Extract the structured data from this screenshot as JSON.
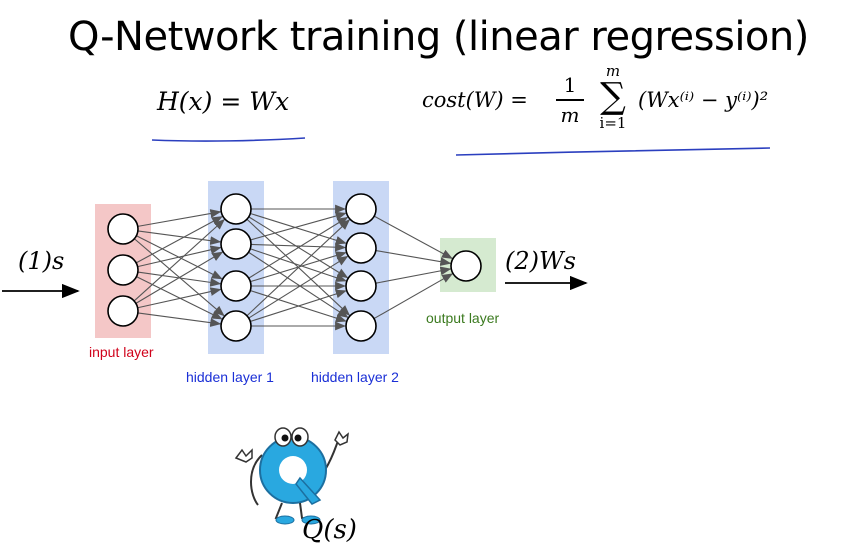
{
  "slide": {
    "title": "Q-Network training (linear regression)",
    "hypothesis": "H(x) = Wx",
    "cost": {
      "lhs": "cost(W) =",
      "fraction_numerator": "1",
      "fraction_denominator": "m",
      "sum_upper": "m",
      "sum_lower": "i=1",
      "rhs": "(Wx⁽ⁱ⁾ − y⁽ⁱ⁾)²"
    }
  },
  "network": {
    "input_label": "input layer",
    "hidden1_label": "hidden layer 1",
    "hidden2_label": "hidden layer 2",
    "output_label": "output layer",
    "input_annotation": "(1)s",
    "output_annotation": "(2)Ws",
    "layers": [
      3,
      4,
      4,
      1
    ],
    "colors": {
      "input_fill": "#f4c7c7",
      "hidden_fill": "#c9d8f5",
      "output_fill": "#d5ead0",
      "input_text": "#d0021b",
      "hidden_text": "#1a2fd6",
      "output_text": "#3b7a1f"
    }
  },
  "mascot": {
    "caption": "Q(s)",
    "letter": "Q",
    "color": "#29a8e0"
  }
}
